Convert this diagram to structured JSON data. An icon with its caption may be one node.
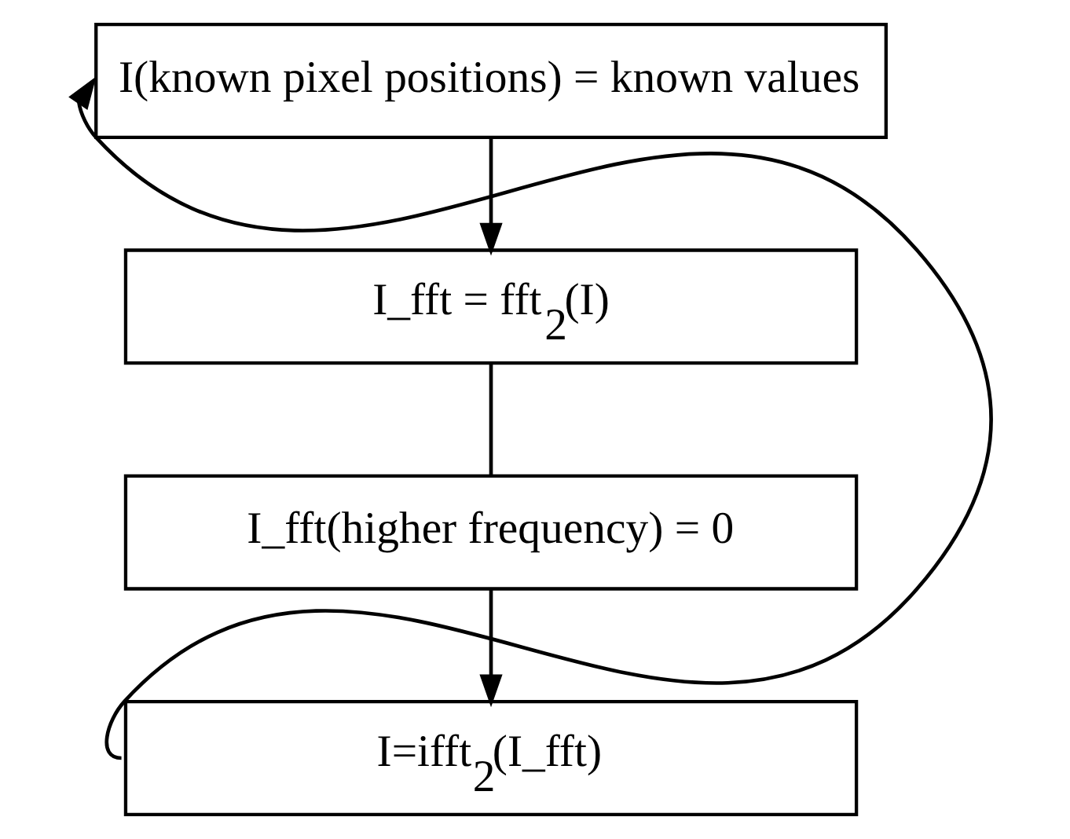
{
  "diagram": {
    "nodes": [
      {
        "text": [
          "I(known pixel positions) = known values"
        ]
      },
      {
        "text": [
          "I_fft = fft$_{2}$(I)"
        ]
      },
      {
        "text": [
          "I_fft(higher frequency) = 0"
        ]
      },
      {
        "text": [
          "I=ifft$_{2}$(I_fft)"
        ]
      }
    ],
    "edges": [
      {
        "from": 0,
        "to": 1,
        "arrow": "to"
      },
      {
        "from": 1,
        "to": 2,
        "arrow": "none"
      },
      {
        "from": 2,
        "to": 3,
        "arrow": "to"
      },
      {
        "from": 3,
        "to": 0,
        "arrow": "to"
      }
    ]
  }
}
